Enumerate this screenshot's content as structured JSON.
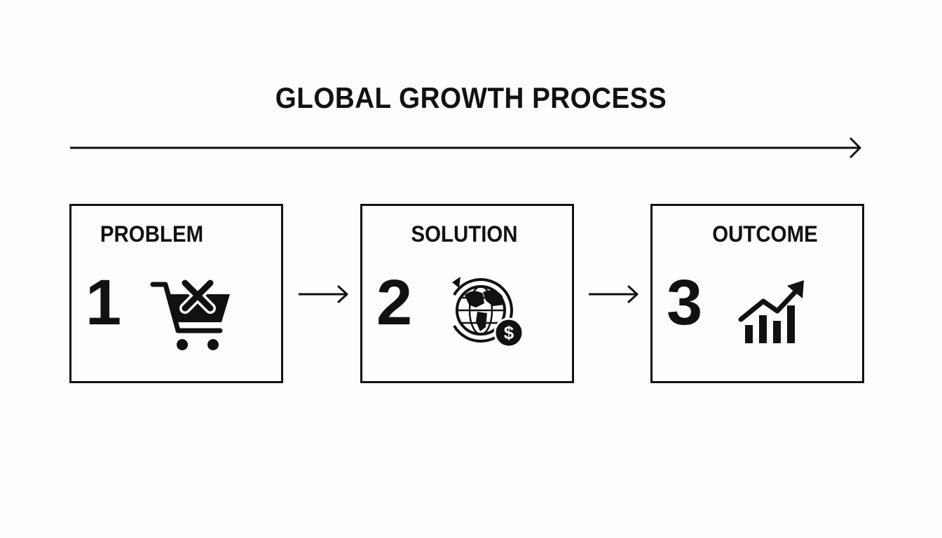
{
  "title": "GLOBAL GROWTH PROCESS",
  "steps": [
    {
      "number": "1",
      "label": "PROBLEM",
      "icon": "shopping-cart-x-icon"
    },
    {
      "number": "2",
      "label": "SOLUTION",
      "icon": "globe-currency-exchange-icon",
      "icon_text": "$"
    },
    {
      "number": "3",
      "label": "OUTCOME",
      "icon": "growth-bar-chart-icon"
    }
  ],
  "colors": {
    "stroke": "#111111",
    "background": "#fdfdfd"
  }
}
